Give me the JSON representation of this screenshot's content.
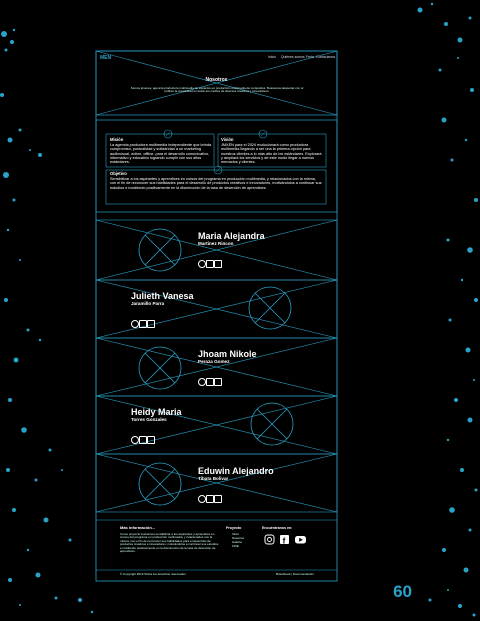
{
  "header": {
    "logo": "MEN",
    "nav": [
      "Inicio",
      "Quiénes somos",
      "Feria",
      "Contáctanos"
    ]
  },
  "about": {
    "title": "Nosotros",
    "intro": "Somos jóvenes, agencia productora multimedia de espacios en producción multimedia de contenidos. Buscamos despertar con el público la creatividad en todos los medios de diversos creativos y innovadores."
  },
  "mission": {
    "title": "Misión",
    "text": "La agencia productora multimedia independiente que brinda compromiso, puntualidad y solidaridad a un marketing audiovisual, online, offline, para el desarrollo comunicativo, informativo y educativo logrando cumplir con sus altos estándares."
  },
  "vision": {
    "title": "Visión",
    "text": "JMXEN para el 2024 evolucionará como productora multimedia llegando a ser una la primera opción para nuestros clientes a lo más alto de los estándares. Explorará y ampliará los servicios y de este modo llegar a nuevos mercados y clientes."
  },
  "objective": {
    "title": "Objetivo",
    "text": "Sensibilizar a los aspirantes y aprendices en cursos del programa en producción multimedia, y relacionados con la misma, con el fin de reconocer sus habilidades para el desarrollo de productos creativos e innovadores, motivándolos a continuar sus estudios e incidiendo positivamente en la disminución de la tasa de deserción de aprendices."
  },
  "team": [
    {
      "first": "Maria Alejandra",
      "last": "Martinez Rincon"
    },
    {
      "first": "Julieth Vanesa",
      "last": "Jaramillo Parra"
    },
    {
      "first": "Jhoam Nikole",
      "last": "Peraza Gomez"
    },
    {
      "first": "Heidy Maria",
      "last": "Torres Gonzales"
    },
    {
      "first": "Eduwin Alejandro",
      "last": "Tibata Bolivar"
    }
  ],
  "footer": {
    "info_title": "Más información...",
    "info_text": "Como proyecto buscamos sensibilizar a los aspirantes y aprendices en cursos del programa en producción multimedia, y relacionados con la misma, con el fin de reconocer sus habilidades para el desarrollo de productos creativos e innovadores, motivándolos a continuar sus estudios e incidiendo positivamente en la disminución de la tasa de deserción de aprendices.",
    "project_title": "Proyecto",
    "project_links": [
      "Inicio",
      "Nosotros",
      "Galería",
      "FINE"
    ],
    "social_title": "Encuéntranos en:",
    "copyright": "© Copyright 2019 Todos los derechos reservados",
    "credit": "Brandbook | Documentación"
  },
  "page_number": "60",
  "colors": {
    "accent": "#2aa3c8",
    "background": "#000000"
  }
}
